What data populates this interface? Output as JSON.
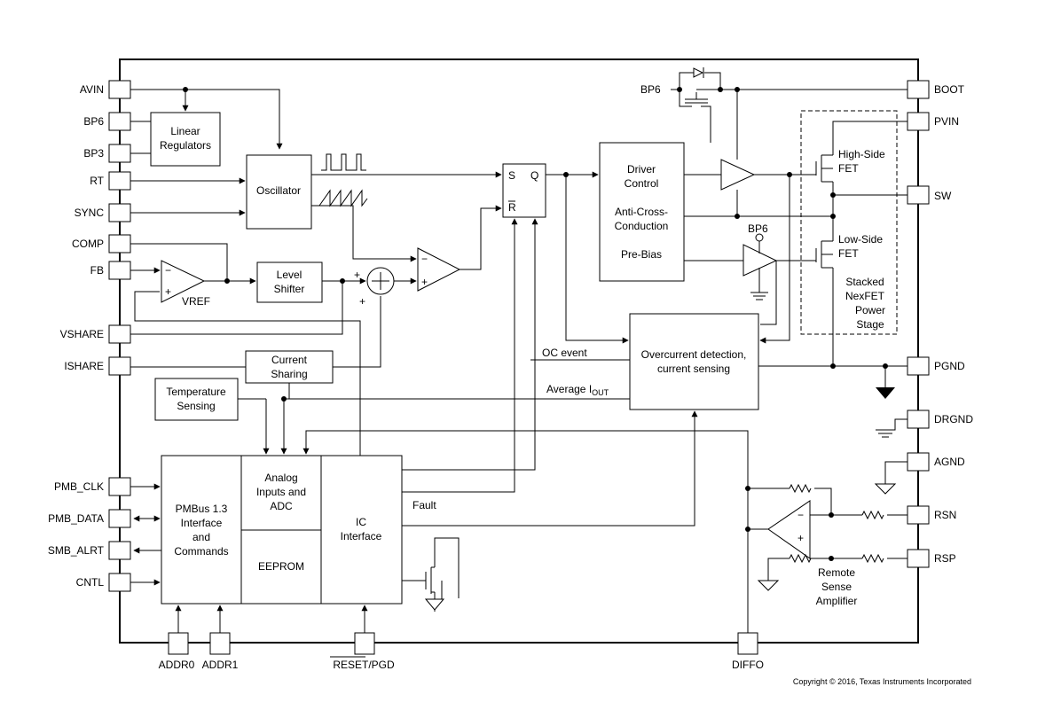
{
  "pins_left": [
    "AVIN",
    "BP6",
    "BP3",
    "RT",
    "SYNC",
    "COMP",
    "FB",
    "VSHARE",
    "ISHARE",
    "PMB_CLK",
    "PMB_DATA",
    "SMB_ALRT",
    "CNTL"
  ],
  "pins_right": [
    "BOOT",
    "PVIN",
    "SW",
    "PGND",
    "DRGND",
    "AGND",
    "RSN",
    "RSP"
  ],
  "pins_bottom": [
    "ADDR0",
    "ADDR1",
    "RESET/PGD",
    "DIFFO"
  ],
  "blocks": {
    "linear_regulators": [
      "Linear",
      "Regulators"
    ],
    "oscillator": "Oscillator",
    "level_shifter": [
      "Level",
      "Shifter"
    ],
    "current_sharing": [
      "Current",
      "Sharing"
    ],
    "temperature_sensing": [
      "Temperature",
      "Sensing"
    ],
    "driver": [
      "Driver",
      "Control",
      "Anti-Cross-",
      "Conduction",
      "Pre-Bias"
    ],
    "overcurrent": [
      "Overcurrent detection,",
      "current sensing"
    ],
    "pmbus": [
      "PMBus 1.3",
      "Interface",
      "and",
      "Commands"
    ],
    "analog_adc": [
      "Analog",
      "Inputs and",
      "ADC"
    ],
    "eeprom": "EEPROM",
    "ic_interface": [
      "IC",
      "Interface"
    ],
    "latch_s": "S",
    "latch_q": "Q",
    "latch_r": "R"
  },
  "labels": {
    "bp6_top": "BP6",
    "bp6_driver": "BP6",
    "high_side": [
      "High-Side",
      "FET"
    ],
    "low_side": [
      "Low-Side",
      "FET"
    ],
    "power_stage": [
      "Stacked",
      "NexFET",
      "Power",
      "Stage"
    ],
    "vref": "VREF",
    "oc_event": "OC event",
    "average_iout": "Average I",
    "average_iout_sub": "OUT",
    "fault": "Fault",
    "remote_sense": [
      "Remote",
      "Sense",
      "Amplifier"
    ],
    "plus": "+",
    "minus": "−",
    "copyright": "Copyright © 2016, Texas Instruments Incorporated"
  }
}
